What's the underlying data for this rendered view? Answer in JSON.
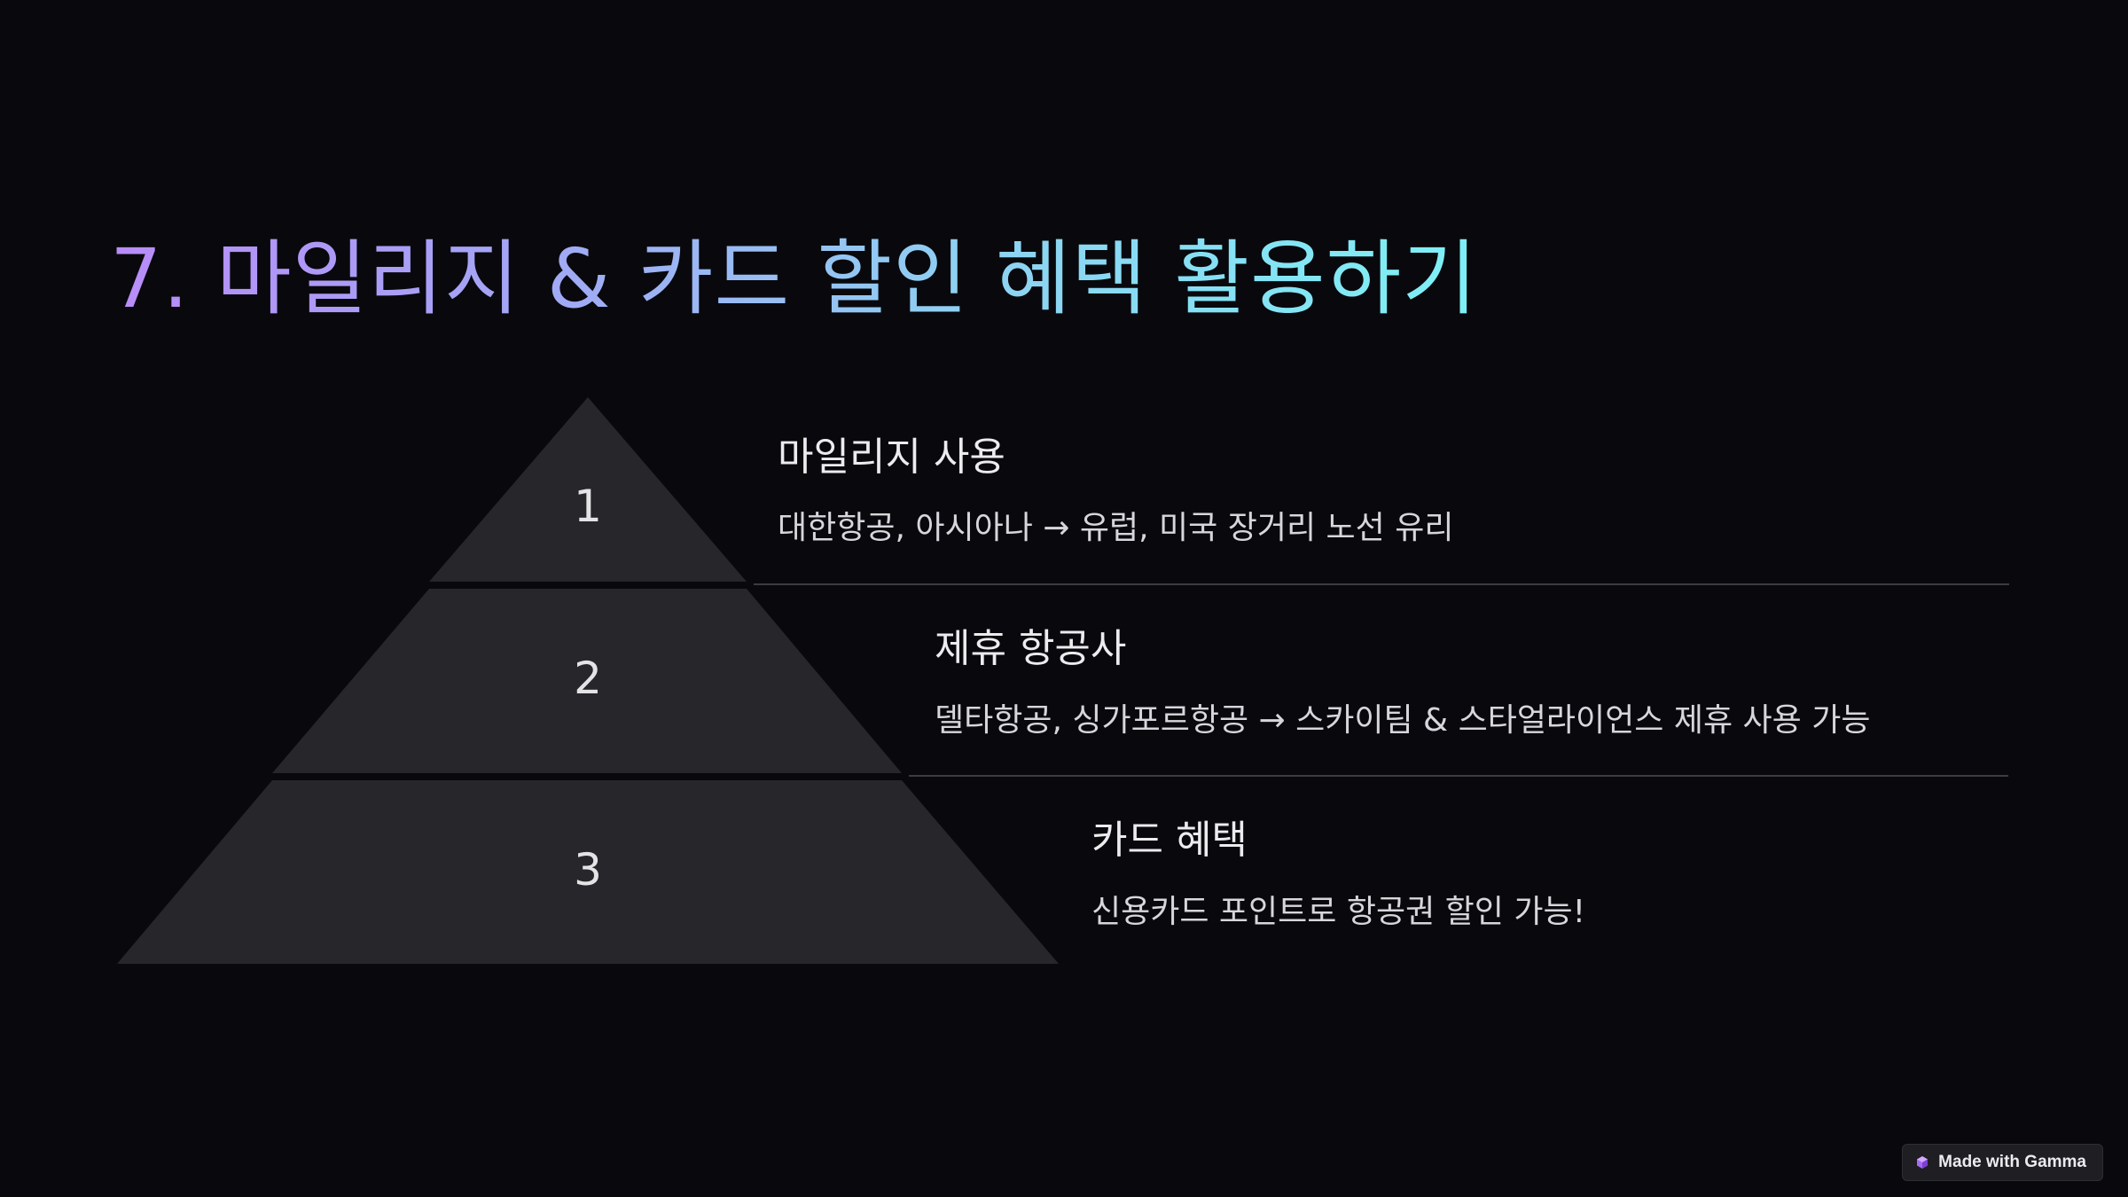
{
  "slide": {
    "title": "7. 마일리지 & 카드 할인 혜택 활용하기"
  },
  "pyramid": {
    "tiers": [
      {
        "number": "1",
        "heading": "마일리지 사용",
        "description": "대한항공, 아시아나 → 유럽, 미국 장거리 노선 유리"
      },
      {
        "number": "2",
        "heading": "제휴 항공사",
        "description": "델타항공, 싱가포르항공 → 스카이팀 & 스타얼라이언스 제휴 사용 가능"
      },
      {
        "number": "3",
        "heading": "카드 혜택",
        "description": "신용카드 포인트로 항공권 할인 가능!"
      }
    ],
    "fill_color": "#27272b"
  },
  "badge": {
    "label": "Made with Gamma"
  }
}
